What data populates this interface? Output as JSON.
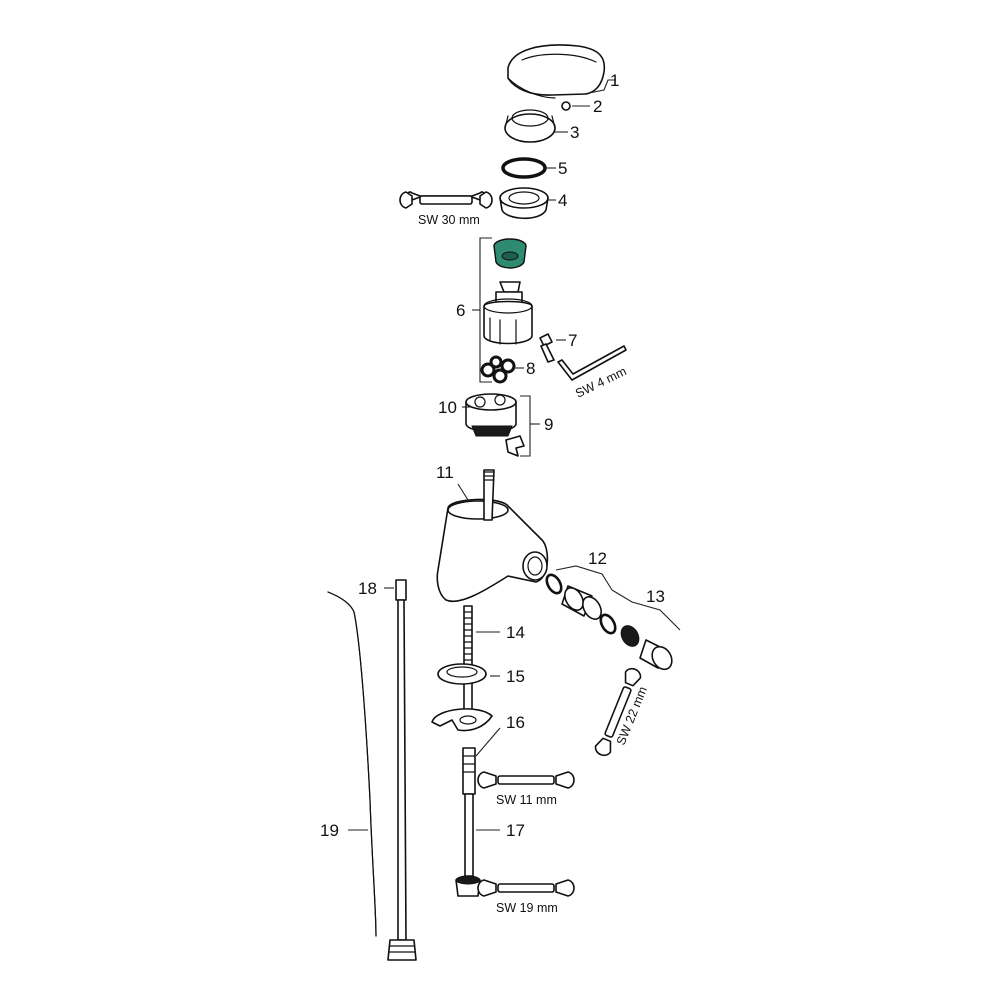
{
  "parts": {
    "p1": "1",
    "p2": "2",
    "p3": "3",
    "p4": "4",
    "p5": "5",
    "p6": "6",
    "p7": "7",
    "p8": "8",
    "p9": "9",
    "p10": "10",
    "p11": "11",
    "p12": "12",
    "p13": "13",
    "p14": "14",
    "p15": "15",
    "p16": "16",
    "p17": "17",
    "p18": "18",
    "p19": "19"
  },
  "wrenches": {
    "sw30": "SW 30 mm",
    "sw4": "SW 4 mm",
    "sw22": "SW 22 mm",
    "sw11": "SW 11 mm",
    "sw19": "SW 19 mm"
  },
  "accent_color": "#2f8a72",
  "icons": [
    "open-end-wrench-icon",
    "hex-key-icon"
  ]
}
